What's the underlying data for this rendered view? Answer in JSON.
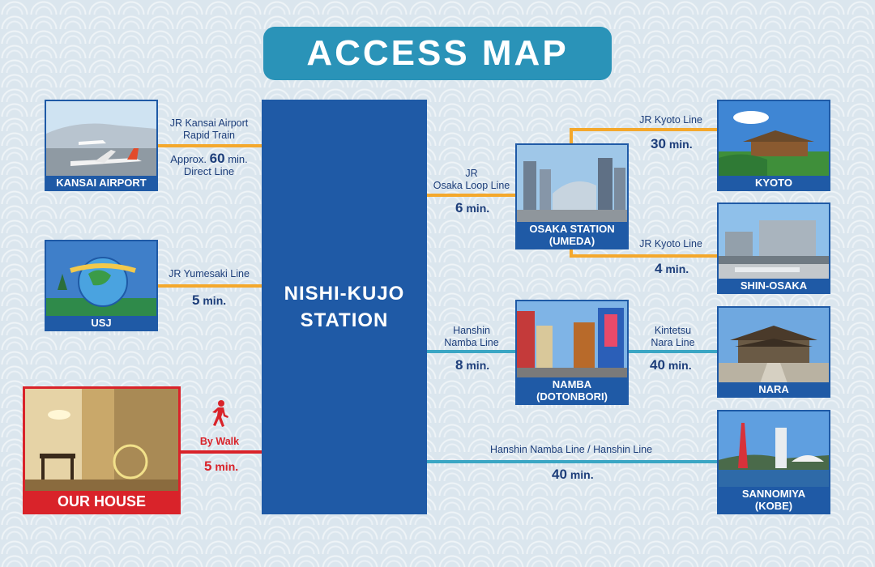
{
  "title": "ACCESS MAP",
  "center_station": {
    "line1": "NISHI-KUJO",
    "line2": "STATION"
  },
  "left_destinations": {
    "kansai_airport": {
      "caption": "KANSAI AIRPORT",
      "line_name_1": "JR Kansai Airport",
      "line_name_2": "Rapid Train",
      "time_prefix": "Approx.",
      "time_value": "60",
      "time_unit": "min.",
      "note": "Direct Line"
    },
    "usj": {
      "caption": "USJ",
      "line_name": "JR Yumesaki Line",
      "time_value": "5",
      "time_unit": "min."
    },
    "our_house": {
      "caption": "OUR HOUSE",
      "mode": "By Walk",
      "time_value": "5",
      "time_unit": "min."
    }
  },
  "right_destinations": {
    "osaka_station": {
      "caption_1": "OSAKA STATION",
      "caption_2": "(UMEDA)",
      "line_name_1": "JR",
      "line_name_2": "Osaka Loop Line",
      "time_value": "6",
      "time_unit": "min."
    },
    "kyoto": {
      "caption": "KYOTO",
      "line_name": "JR Kyoto Line",
      "time_value": "30",
      "time_unit": "min."
    },
    "shin_osaka": {
      "caption": "SHIN-OSAKA",
      "line_name": "JR Kyoto Line",
      "time_value": "4",
      "time_unit": "min."
    },
    "namba": {
      "caption_1": "NAMBA",
      "caption_2": "(DOTONBORI)",
      "line_name_1": "Hanshin",
      "line_name_2": "Namba Line",
      "time_value": "8",
      "time_unit": "min."
    },
    "nara": {
      "caption": "NARA",
      "line_name_1": "Kintetsu",
      "line_name_2": "Nara Line",
      "time_value": "40",
      "time_unit": "min."
    },
    "sannomiya": {
      "caption_1": "SANNOMIYA",
      "caption_2": "(KOBE)",
      "line_name": "Hanshin Namba Line / Hanshin Line",
      "time_value": "40",
      "time_unit": "min."
    }
  },
  "colors": {
    "jr_line": "#f4a82c",
    "hanshin_line": "#3aa6c4",
    "walk": "#d9232a",
    "station": "#1f5aa6",
    "title_bg": "#2a93b8"
  },
  "icons": {
    "walk": "walking-person-icon"
  }
}
